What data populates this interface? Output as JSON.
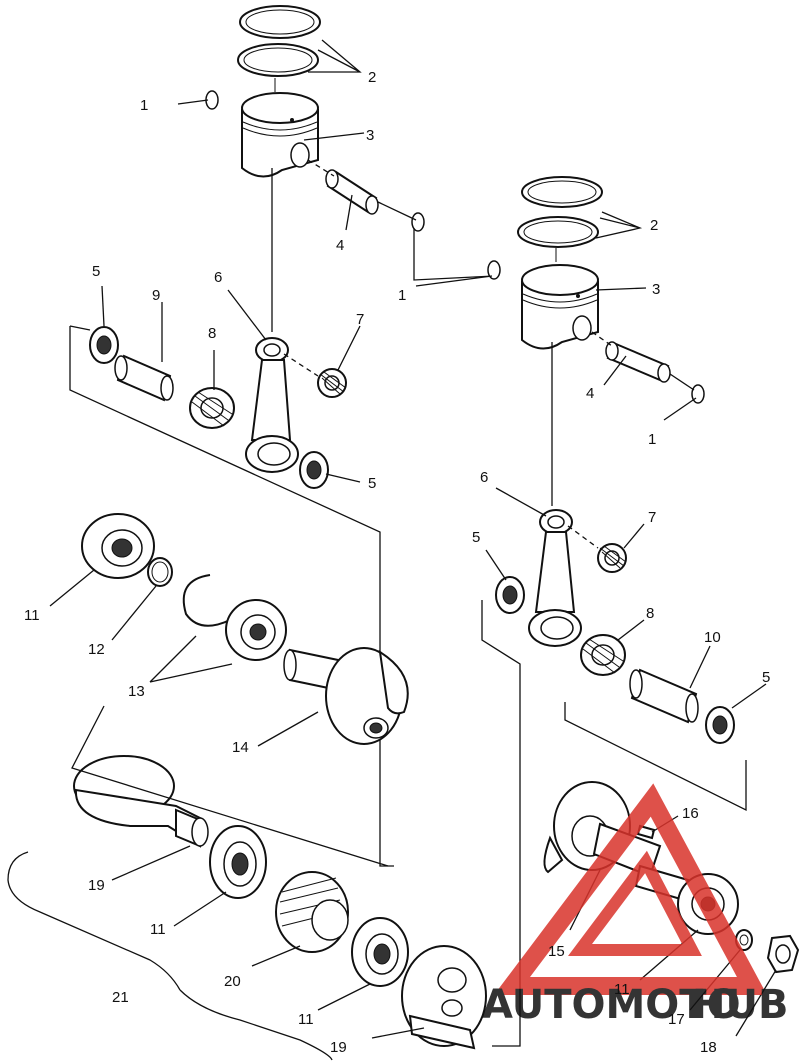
{
  "callouts": [
    {
      "id": "c1a",
      "text": "1"
    },
    {
      "id": "c2a",
      "text": "2"
    },
    {
      "id": "c3a",
      "text": "3"
    },
    {
      "id": "c4a",
      "text": "4"
    },
    {
      "id": "c1b",
      "text": "1"
    },
    {
      "id": "c2b",
      "text": "2"
    },
    {
      "id": "c3b",
      "text": "3"
    },
    {
      "id": "c4b",
      "text": "4"
    },
    {
      "id": "c1c",
      "text": "1"
    },
    {
      "id": "c5a",
      "text": "5"
    },
    {
      "id": "c9",
      "text": "9"
    },
    {
      "id": "c6a",
      "text": "6"
    },
    {
      "id": "c7a",
      "text": "7"
    },
    {
      "id": "c8a",
      "text": "8"
    },
    {
      "id": "c5b",
      "text": "5"
    },
    {
      "id": "c6b",
      "text": "6"
    },
    {
      "id": "c7b",
      "text": "7"
    },
    {
      "id": "c5c",
      "text": "5"
    },
    {
      "id": "c8b",
      "text": "8"
    },
    {
      "id": "c10",
      "text": "10"
    },
    {
      "id": "c5d",
      "text": "5"
    },
    {
      "id": "c11a",
      "text": "11"
    },
    {
      "id": "c12",
      "text": "12"
    },
    {
      "id": "c13",
      "text": "13"
    },
    {
      "id": "c14",
      "text": "14"
    },
    {
      "id": "c16",
      "text": "16"
    },
    {
      "id": "c19a",
      "text": "19"
    },
    {
      "id": "c11b",
      "text": "11"
    },
    {
      "id": "c20",
      "text": "20"
    },
    {
      "id": "c15",
      "text": "15"
    },
    {
      "id": "c21",
      "text": "21"
    },
    {
      "id": "c11c",
      "text": "11"
    },
    {
      "id": "c11d",
      "text": "11"
    },
    {
      "id": "c17",
      "text": "17"
    },
    {
      "id": "c19b",
      "text": "19"
    },
    {
      "id": "c18",
      "text": "18"
    }
  ],
  "watermark": {
    "text": "AUTOMOTOHUB",
    "colors": {
      "triangle": "#d9332b",
      "text_orange": "#f2a33a",
      "text_red": "#d9332b"
    }
  },
  "colors": {
    "line": "#111111",
    "paper": "#ffffff"
  }
}
